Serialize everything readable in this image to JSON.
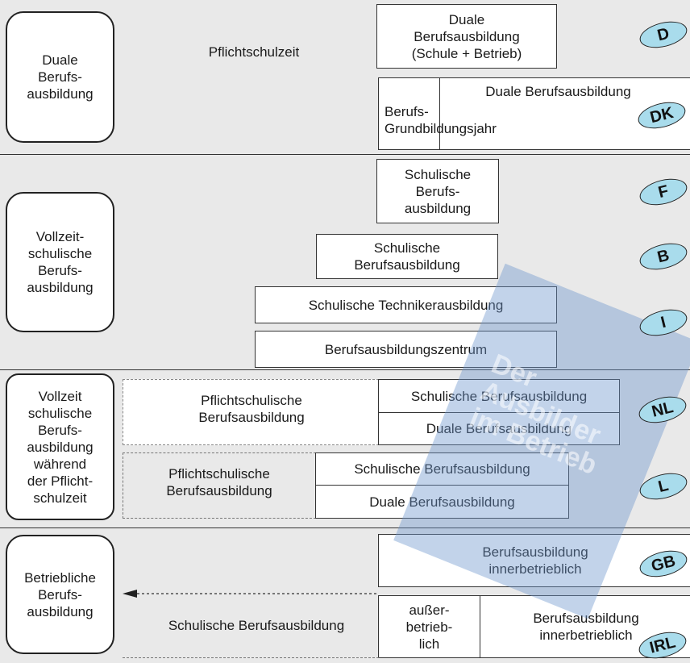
{
  "sections": {
    "dual": {
      "category_label": "Duale\nBerufs-\nausbildung",
      "compulsory_label": "Pflichtschulzeit",
      "d_box": "Duale\nBerufsausbildung\n(Schule + Betrieb)",
      "dk_left": "Berufs-\nGrundbildungsjahr",
      "dk_right": "Duale Berufsausbildung"
    },
    "fulltime": {
      "category_label": "Vollzeit-\nschulische\nBerufs-\nausbildung",
      "f_box": "Schulische\nBerufs-\nausbildung",
      "b_box": "Schulische\nBerufsausbildung",
      "i_box": "Schulische Technikerausbildung",
      "i2_box": "Berufsausbildungszentrum"
    },
    "fulltime_compulsory": {
      "category_label": "Vollzeit\nschulische\nBerufs-\nausbildung\nwährend\nder Pflicht-\nschulzeit",
      "nl_left": "Pflichtschulische\nBerufsausbildung",
      "nl_top": "Schulische Berufsausbildung",
      "nl_bottom": "Duale Berufsausbildung",
      "l_left": "Pflichtschulische\nBerufsausbildung",
      "l_top": "Schulische Berufsausbildung",
      "l_bottom": "Duale Berufsausbildung"
    },
    "company": {
      "category_label": "Betriebliche\nBerufs-\nausbildung",
      "gb_box": "Berufsausbildung\ninnerbetrieblich",
      "irl_left": "Schulische Berufsausbildung",
      "irl_mid": "außer-\nbetrieb-\nlich",
      "irl_right": "Berufsausbildung\ninnerbetrieblich"
    }
  },
  "badges": [
    "D",
    "DK",
    "F",
    "B",
    "I",
    "NL",
    "L",
    "GB",
    "IRL"
  ],
  "overlay_text": "Der Ausbilder\nim Betrieb",
  "colors": {
    "badge": "#a9dcec",
    "background": "#e9e9e9",
    "overlay": "#6e96cd"
  }
}
